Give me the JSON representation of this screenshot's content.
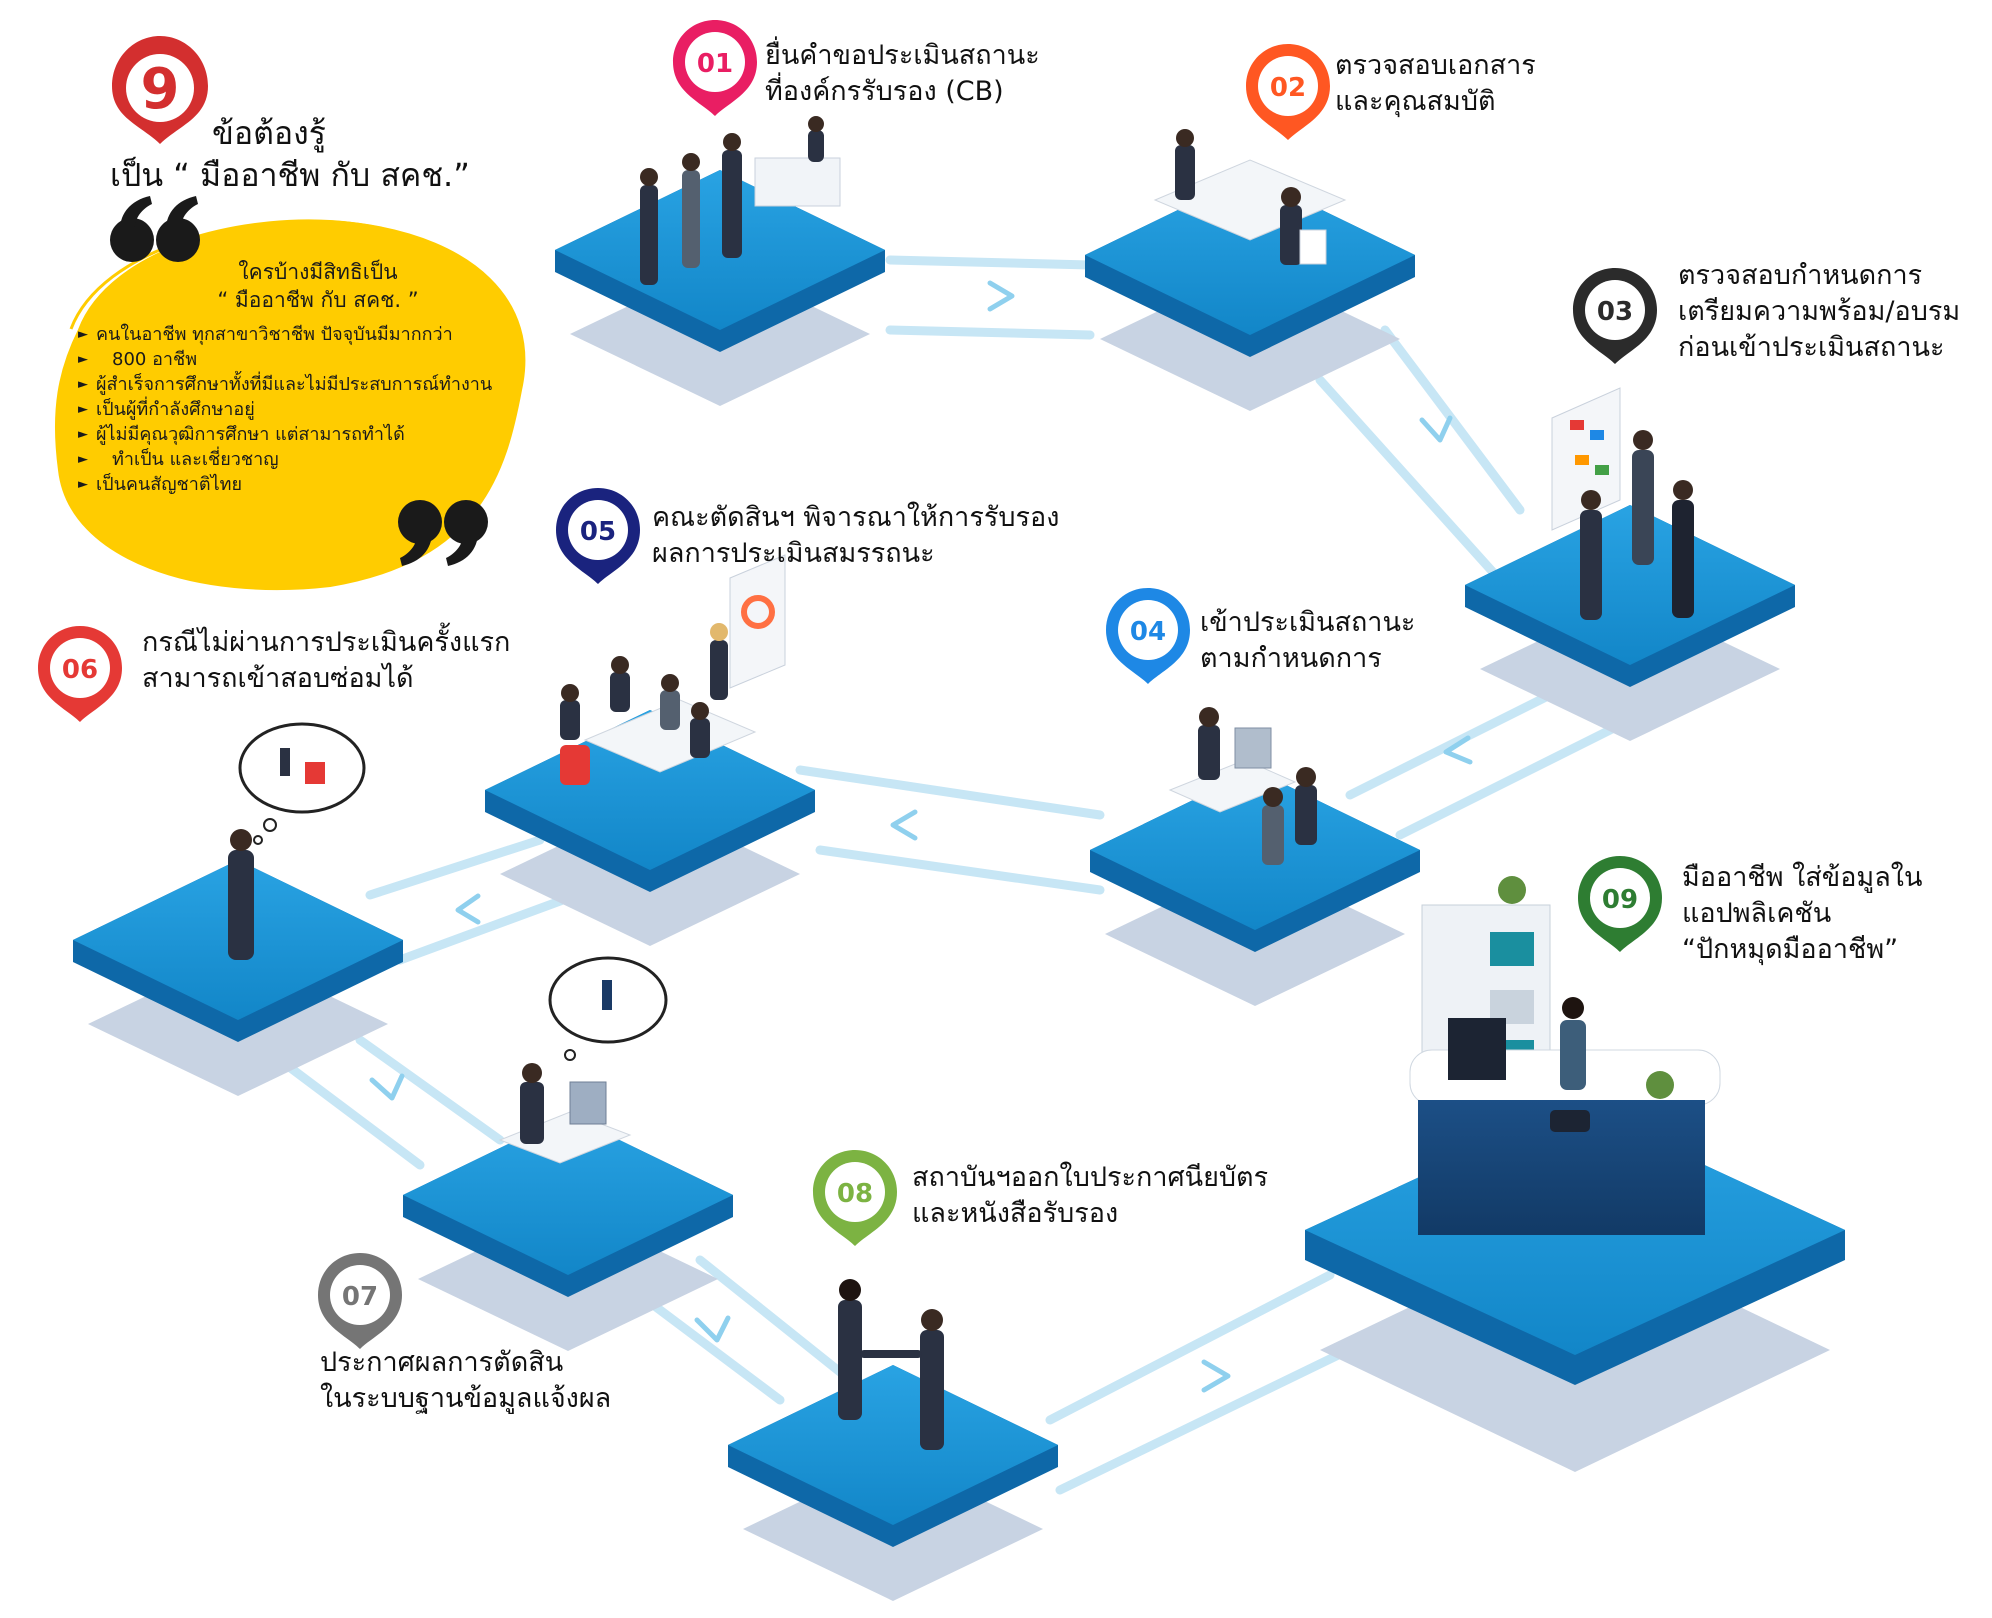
{
  "brand": {
    "number": "9"
  },
  "intro": {
    "line1": "ข้อต้องรู้",
    "line2": "เป็น “ มืออาชีพ กับ สคช.”"
  },
  "bubble": {
    "heading1": "ใครบ้างมีสิทธิเป็น",
    "heading2": "“ มืออาชีพ กับ สคช. ”",
    "items": [
      "คนในอาชีพ ทุกสาขาวิชาชีพ ปัจจุบันมีมากกว่า",
      "800 อาชีพ",
      "ผู้สำเร็จการศึกษาทั้งที่มีและไม่มีประสบการณ์ทำงาน",
      "เป็นผู้ที่กำลังศึกษาอยู่",
      "ผู้ไม่มีคุณวุฒิการศึกษา แต่สามารถทำได้",
      "ทำเป็น และเชี่ยวชาญ",
      "เป็นคนสัญชาติไทย"
    ]
  },
  "steps": [
    {
      "num": "01",
      "color": "#e91e63",
      "lines": [
        "ยื่นคำขอประเมินสถานะ",
        "ที่องค์กรรับรอง (CB)"
      ]
    },
    {
      "num": "02",
      "color": "#ff5722",
      "lines": [
        "ตรวจสอบเอกสาร",
        "และคุณสมบัติ"
      ]
    },
    {
      "num": "03",
      "color": "#2b2b2b",
      "lines": [
        "ตรวจสอบกำหนดการ",
        "เตรียมความพร้อม/อบรม",
        "ก่อนเข้าประเมินสถานะ"
      ]
    },
    {
      "num": "04",
      "color": "#1e88e5",
      "lines": [
        "เข้าประเมินสถานะ",
        "ตามกำหนดการ"
      ]
    },
    {
      "num": "05",
      "color": "#1a237e",
      "lines": [
        "คณะตัดสินฯ พิจารณาให้การรับรอง",
        "ผลการประเมินสมรรถนะ"
      ]
    },
    {
      "num": "06",
      "color": "#e53935",
      "lines": [
        "กรณีไม่ผ่านการประเมินครั้งแรก",
        "สามารถเข้าสอบซ่อมได้"
      ]
    },
    {
      "num": "07",
      "color": "#757575",
      "lines": [
        "ประกาศผลการตัดสิน",
        "ในระบบฐานข้อมูลแจ้งผล"
      ]
    },
    {
      "num": "08",
      "color": "#7cb342",
      "lines": [
        "สถาบันฯออกใบประกาศนียบัตร",
        "และหนังสือรับรอง"
      ]
    },
    {
      "num": "09",
      "color": "#2e7d32",
      "lines": [
        "มืออาชีพ ใส่ข้อมูลใน",
        "แอปพลิเคชัน",
        "“ปักหมุดมืออาชีพ”"
      ]
    }
  ]
}
